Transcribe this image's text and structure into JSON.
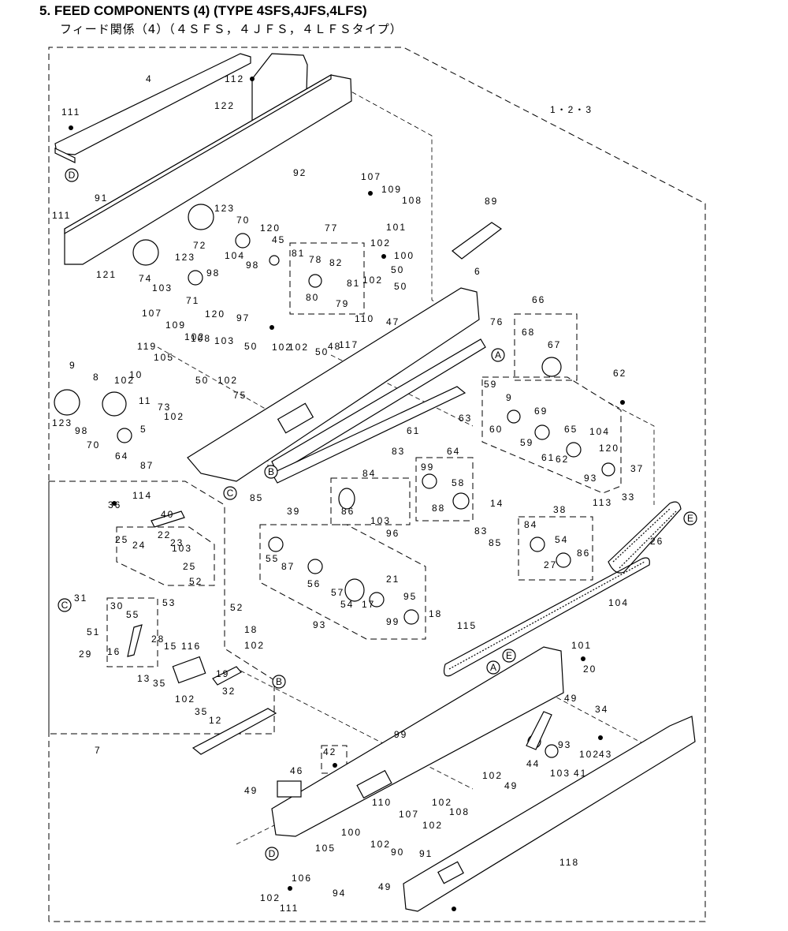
{
  "header": {
    "title": "5. FEED COMPONENTS (4) (TYPE 4SFS,4JFS,4LFS)",
    "subtitle": "フィード関係（4）（４ＳＦＳ，４ＪＦＳ，４ＬＦＳタイプ）"
  },
  "parts": [
    {
      "text": "4"
    },
    {
      "text": "112"
    },
    {
      "text": "122"
    },
    {
      "text": "111"
    },
    {
      "text": "92"
    },
    {
      "text": "1・2・3"
    },
    {
      "text": "91"
    },
    {
      "text": "111"
    },
    {
      "text": "107"
    },
    {
      "text": "109"
    },
    {
      "text": "108"
    },
    {
      "text": "89"
    },
    {
      "text": "123"
    },
    {
      "text": "70"
    },
    {
      "text": "120"
    },
    {
      "text": "77"
    },
    {
      "text": "72"
    },
    {
      "text": "104"
    },
    {
      "text": "98"
    },
    {
      "text": "45"
    },
    {
      "text": "81"
    },
    {
      "text": "78"
    },
    {
      "text": "82"
    },
    {
      "text": "101"
    },
    {
      "text": "102"
    },
    {
      "text": "100"
    },
    {
      "text": "50"
    },
    {
      "text": "74"
    },
    {
      "text": "123"
    },
    {
      "text": "103"
    },
    {
      "text": "98"
    },
    {
      "text": "71"
    },
    {
      "text": "120"
    },
    {
      "text": "80"
    },
    {
      "text": "79"
    },
    {
      "text": "81"
    },
    {
      "text": "102"
    },
    {
      "text": "50"
    },
    {
      "text": "6"
    },
    {
      "text": "121"
    },
    {
      "text": "97"
    },
    {
      "text": "110"
    },
    {
      "text": "47"
    },
    {
      "text": "66"
    },
    {
      "text": "76"
    },
    {
      "text": "68"
    },
    {
      "text": "67"
    },
    {
      "text": "107"
    },
    {
      "text": "109"
    },
    {
      "text": "102"
    },
    {
      "text": "108"
    },
    {
      "text": "103"
    },
    {
      "text": "50"
    },
    {
      "text": "102"
    },
    {
      "text": "48"
    },
    {
      "text": "117"
    },
    {
      "text": "102"
    },
    {
      "text": "50"
    },
    {
      "text": "119"
    },
    {
      "text": "105"
    },
    {
      "text": "10"
    },
    {
      "text": "9"
    },
    {
      "text": "8"
    },
    {
      "text": "102"
    },
    {
      "text": "50"
    },
    {
      "text": "102"
    },
    {
      "text": "75"
    },
    {
      "text": "62"
    },
    {
      "text": "59"
    },
    {
      "text": "9"
    },
    {
      "text": "11"
    },
    {
      "text": "73"
    },
    {
      "text": "102"
    },
    {
      "text": "63"
    },
    {
      "text": "60"
    },
    {
      "text": "69"
    },
    {
      "text": "123"
    },
    {
      "text": "98"
    },
    {
      "text": "5"
    },
    {
      "text": "61"
    },
    {
      "text": "59"
    },
    {
      "text": "65"
    },
    {
      "text": "104"
    },
    {
      "text": "70"
    },
    {
      "text": "64"
    },
    {
      "text": "61"
    },
    {
      "text": "62"
    },
    {
      "text": "120"
    },
    {
      "text": "87"
    },
    {
      "text": "83"
    },
    {
      "text": "64"
    },
    {
      "text": "93"
    },
    {
      "text": "37"
    },
    {
      "text": "84"
    },
    {
      "text": "99"
    },
    {
      "text": "33"
    },
    {
      "text": "36"
    },
    {
      "text": "114"
    },
    {
      "text": "85"
    },
    {
      "text": "58"
    },
    {
      "text": "113"
    },
    {
      "text": "39"
    },
    {
      "text": "86"
    },
    {
      "text": "88"
    },
    {
      "text": "14"
    },
    {
      "text": "40"
    },
    {
      "text": "103"
    },
    {
      "text": "83"
    },
    {
      "text": "38"
    },
    {
      "text": "96"
    },
    {
      "text": "26"
    },
    {
      "text": "25"
    },
    {
      "text": "24"
    },
    {
      "text": "22"
    },
    {
      "text": "23"
    },
    {
      "text": "103"
    },
    {
      "text": "85"
    },
    {
      "text": "84"
    },
    {
      "text": "54"
    },
    {
      "text": "55"
    },
    {
      "text": "87"
    },
    {
      "text": "25"
    },
    {
      "text": "86"
    },
    {
      "text": "27"
    },
    {
      "text": "52"
    },
    {
      "text": "56"
    },
    {
      "text": "57"
    },
    {
      "text": "21"
    },
    {
      "text": "53"
    },
    {
      "text": "54"
    },
    {
      "text": "95"
    },
    {
      "text": "104"
    },
    {
      "text": "52"
    },
    {
      "text": "17"
    },
    {
      "text": "31"
    },
    {
      "text": "30"
    },
    {
      "text": "55"
    },
    {
      "text": "99"
    },
    {
      "text": "18"
    },
    {
      "text": "51"
    },
    {
      "text": "93"
    },
    {
      "text": "115"
    },
    {
      "text": "18"
    },
    {
      "text": "28"
    },
    {
      "text": "29"
    },
    {
      "text": "16"
    },
    {
      "text": "15"
    },
    {
      "text": "116"
    },
    {
      "text": "102"
    },
    {
      "text": "101"
    },
    {
      "text": "20"
    },
    {
      "text": "19"
    },
    {
      "text": "13"
    },
    {
      "text": "35"
    },
    {
      "text": "32"
    },
    {
      "text": "102"
    },
    {
      "text": "49"
    },
    {
      "text": "34"
    },
    {
      "text": "35"
    },
    {
      "text": "12"
    },
    {
      "text": "7"
    },
    {
      "text": "99"
    },
    {
      "text": "93"
    },
    {
      "text": "102"
    },
    {
      "text": "43"
    },
    {
      "text": "42"
    },
    {
      "text": "46"
    },
    {
      "text": "44"
    },
    {
      "text": "103"
    },
    {
      "text": "41"
    },
    {
      "text": "49"
    },
    {
      "text": "102"
    },
    {
      "text": "49"
    },
    {
      "text": "102"
    },
    {
      "text": "108"
    },
    {
      "text": "110"
    },
    {
      "text": "107"
    },
    {
      "text": "102"
    },
    {
      "text": "100"
    },
    {
      "text": "102"
    },
    {
      "text": "90"
    },
    {
      "text": "91"
    },
    {
      "text": "118"
    },
    {
      "text": "105"
    },
    {
      "text": "106"
    },
    {
      "text": "94"
    },
    {
      "text": "49"
    },
    {
      "text": "102"
    },
    {
      "text": "111"
    }
  ],
  "refs": [
    {
      "text": "D"
    },
    {
      "text": "A"
    },
    {
      "text": "B"
    },
    {
      "text": "C"
    },
    {
      "text": "E"
    },
    {
      "text": "C"
    },
    {
      "text": "B"
    },
    {
      "text": "E"
    },
    {
      "text": "A"
    },
    {
      "text": "D"
    }
  ]
}
